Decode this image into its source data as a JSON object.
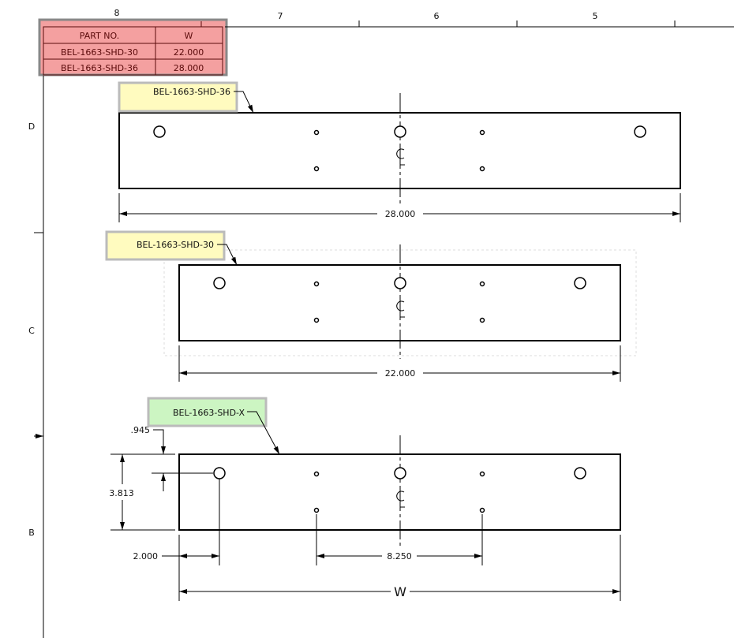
{
  "border": {
    "columns": [
      "8",
      "7",
      "6",
      "5"
    ],
    "rows": [
      "D",
      "C",
      "B"
    ]
  },
  "table": {
    "headers": [
      "PART NO.",
      "W"
    ],
    "rows": [
      [
        "BEL-1663-SHD-30",
        "22.000"
      ],
      [
        "BEL-1663-SHD-36",
        "28.000"
      ]
    ],
    "color": "#f4a0a0"
  },
  "views": [
    {
      "label": "BEL-1663-SHD-36",
      "label_color": "#fffbbf",
      "width_dim": "28.000",
      "cl": "CL"
    },
    {
      "label": "BEL-1663-SHD-30",
      "label_color": "#fffbbf",
      "width_dim": "22.000",
      "cl": "CL"
    },
    {
      "label": "BEL-1663-SHD-X",
      "label_color": "#ccf5c2",
      "width_dim": "W",
      "cl": "CL",
      "dims": {
        "top_offset": ".945",
        "height": "3.813",
        "hole_offset": "2.000",
        "hole_spacing": "8.250"
      }
    }
  ]
}
